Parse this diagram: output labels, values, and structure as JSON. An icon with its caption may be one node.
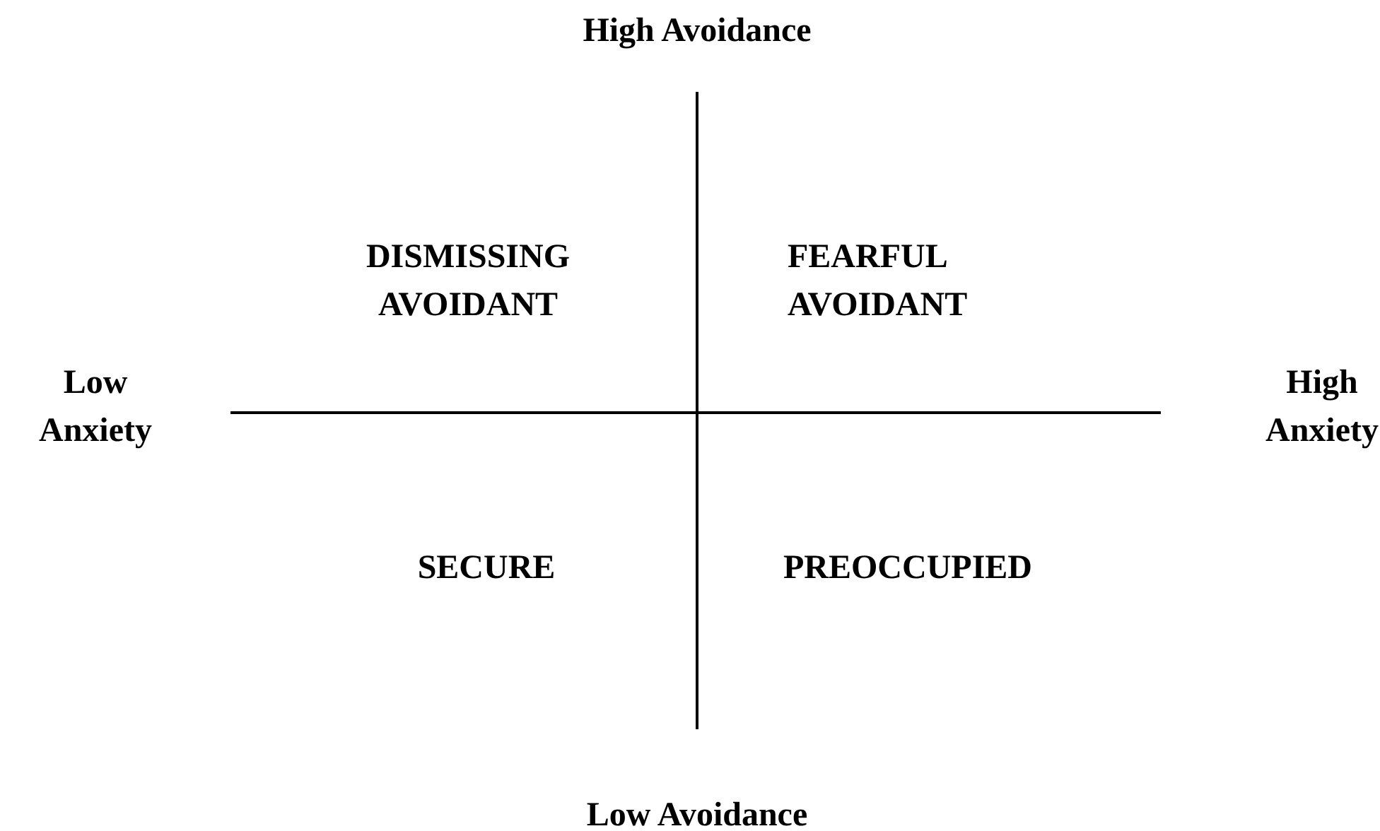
{
  "diagram": {
    "labels": [
      "High Avoidance",
      "DISMISSING AVOIDANT",
      "FEARFUL AVOIDANT",
      "Low Anxiety",
      "High Anxiety",
      "SECURE",
      "PREOCCUPIED",
      "Low Avoidance"
    ]
  }
}
